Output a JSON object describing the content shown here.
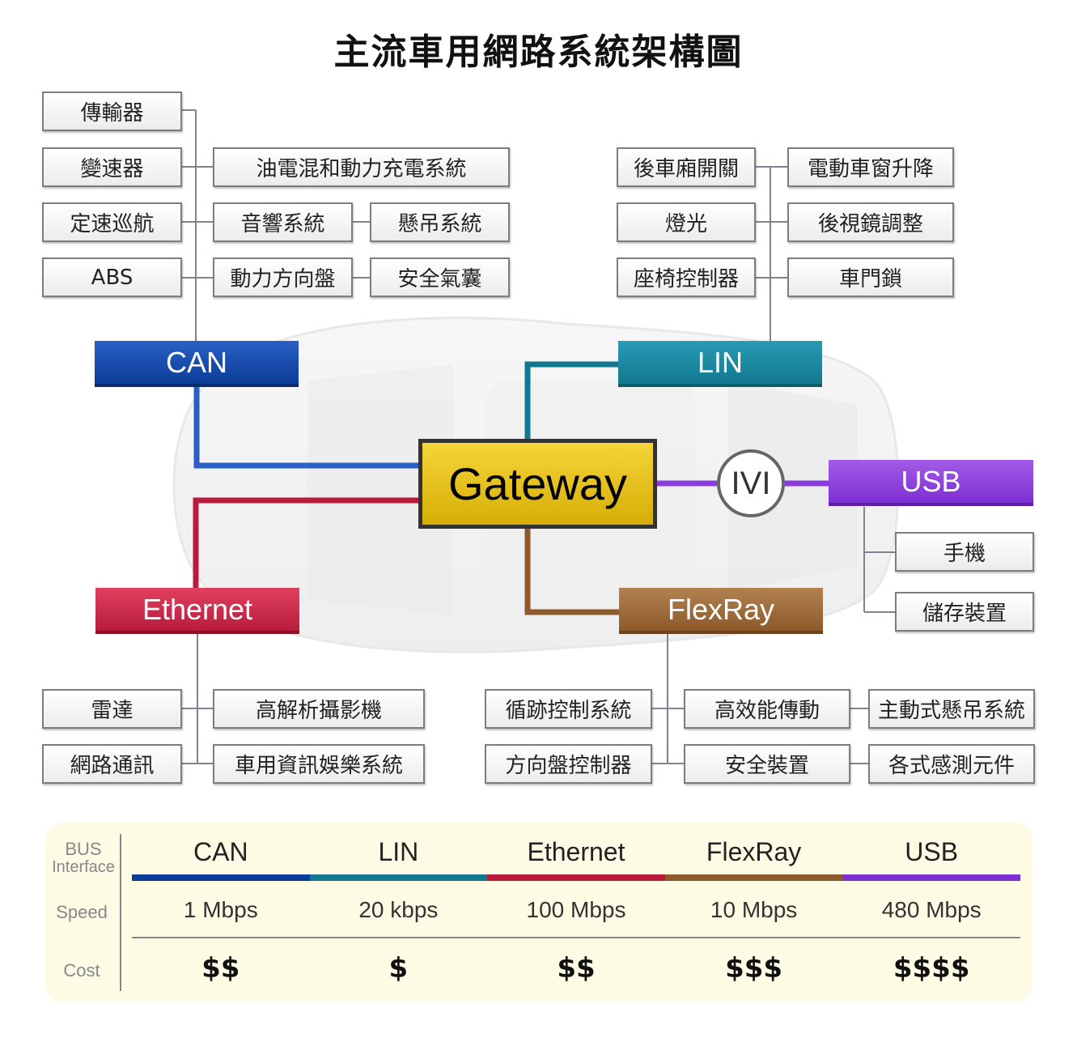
{
  "title": "主流車用網路系統架構圖",
  "gateway": "Gateway",
  "ivi": "IVI",
  "buses": {
    "can": "CAN",
    "lin": "LIN",
    "ethernet": "Ethernet",
    "flexray": "FlexRay",
    "usb": "USB"
  },
  "colors": {
    "can": "#0b3d98",
    "lin": "#11788f",
    "ethernet": "#b81c3c",
    "flexray": "#8c5a2b",
    "usb": "#7e2fd0",
    "gateway": "#e6c21a"
  },
  "can_nodes": [
    "傳輸器",
    "變速器",
    "定速巡航",
    "ABS",
    "油電混和動力充電系統",
    "音響系統",
    "懸吊系統",
    "動力方向盤",
    "安全氣囊"
  ],
  "lin_nodes": [
    "後車廂開關",
    "燈光",
    "座椅控制器",
    "電動車窗升降",
    "後視鏡調整",
    "車門鎖"
  ],
  "usb_nodes": [
    "手機",
    "儲存裝置"
  ],
  "ethernet_nodes": [
    "雷達",
    "網路通訊",
    "高解析攝影機",
    "車用資訊娛樂系統"
  ],
  "flexray_nodes": [
    "循跡控制系統",
    "方向盤控制器",
    "高效能傳動",
    "安全裝置",
    "主動式懸吊系統",
    "各式感測元件"
  ],
  "table": {
    "row_labels": {
      "bus_1": "BUS",
      "bus_2": "Interface",
      "speed": "Speed",
      "cost": "Cost"
    },
    "columns": [
      {
        "name": "CAN",
        "speed": "1 Mbps",
        "cost": "$$",
        "color": "#0b3d98"
      },
      {
        "name": "LIN",
        "speed": "20 kbps",
        "cost": "$",
        "color": "#11788f"
      },
      {
        "name": "Ethernet",
        "speed": "100 Mbps",
        "cost": "$$",
        "color": "#b81c3c"
      },
      {
        "name": "FlexRay",
        "speed": "10 Mbps",
        "cost": "$$$",
        "color": "#8c5a2b"
      },
      {
        "name": "USB",
        "speed": "480 Mbps",
        "cost": "$$$$",
        "color": "#7e2fd0"
      }
    ]
  }
}
